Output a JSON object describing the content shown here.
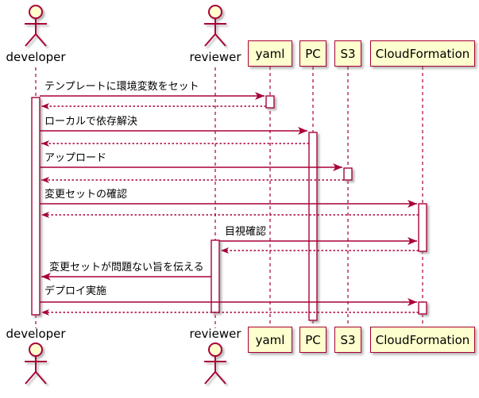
{
  "diagram": {
    "type": "sequence-diagram",
    "colors": {
      "line": "#A80036",
      "participant_fill": "#FEFECE",
      "activation_fill": "#FFFFFF",
      "text": "#000000",
      "background": "#FFFFFF"
    },
    "actors": [
      {
        "name": "developer"
      },
      {
        "name": "reviewer"
      }
    ],
    "participants": [
      {
        "name": "yaml"
      },
      {
        "name": "PC"
      },
      {
        "name": "S3"
      },
      {
        "name": "CloudFormation"
      }
    ],
    "messages": [
      {
        "from": "developer",
        "to": "yaml",
        "label": "テンプレートに環境変数をセット",
        "arrow": "solid",
        "reply": "dashed"
      },
      {
        "from": "developer",
        "to": "PC",
        "label": "ローカルで依存解決",
        "arrow": "solid",
        "reply": "dashed"
      },
      {
        "from": "developer",
        "to": "S3",
        "label": "アップロード",
        "arrow": "solid",
        "reply": "dashed"
      },
      {
        "from": "developer",
        "to": "CloudFormation",
        "label": "変更セットの確認",
        "arrow": "solid",
        "reply": "dashed"
      },
      {
        "from": "reviewer",
        "to": "CloudFormation",
        "label": "目視確認",
        "arrow": "solid",
        "reply": "dashed"
      },
      {
        "from": "reviewer",
        "to": "developer",
        "label": "変更セットが問題ない旨を伝える",
        "arrow": "solid",
        "reply": "none"
      },
      {
        "from": "developer",
        "to": "CloudFormation",
        "label": "デプロイ実施",
        "arrow": "solid",
        "reply": "dashed"
      }
    ]
  }
}
